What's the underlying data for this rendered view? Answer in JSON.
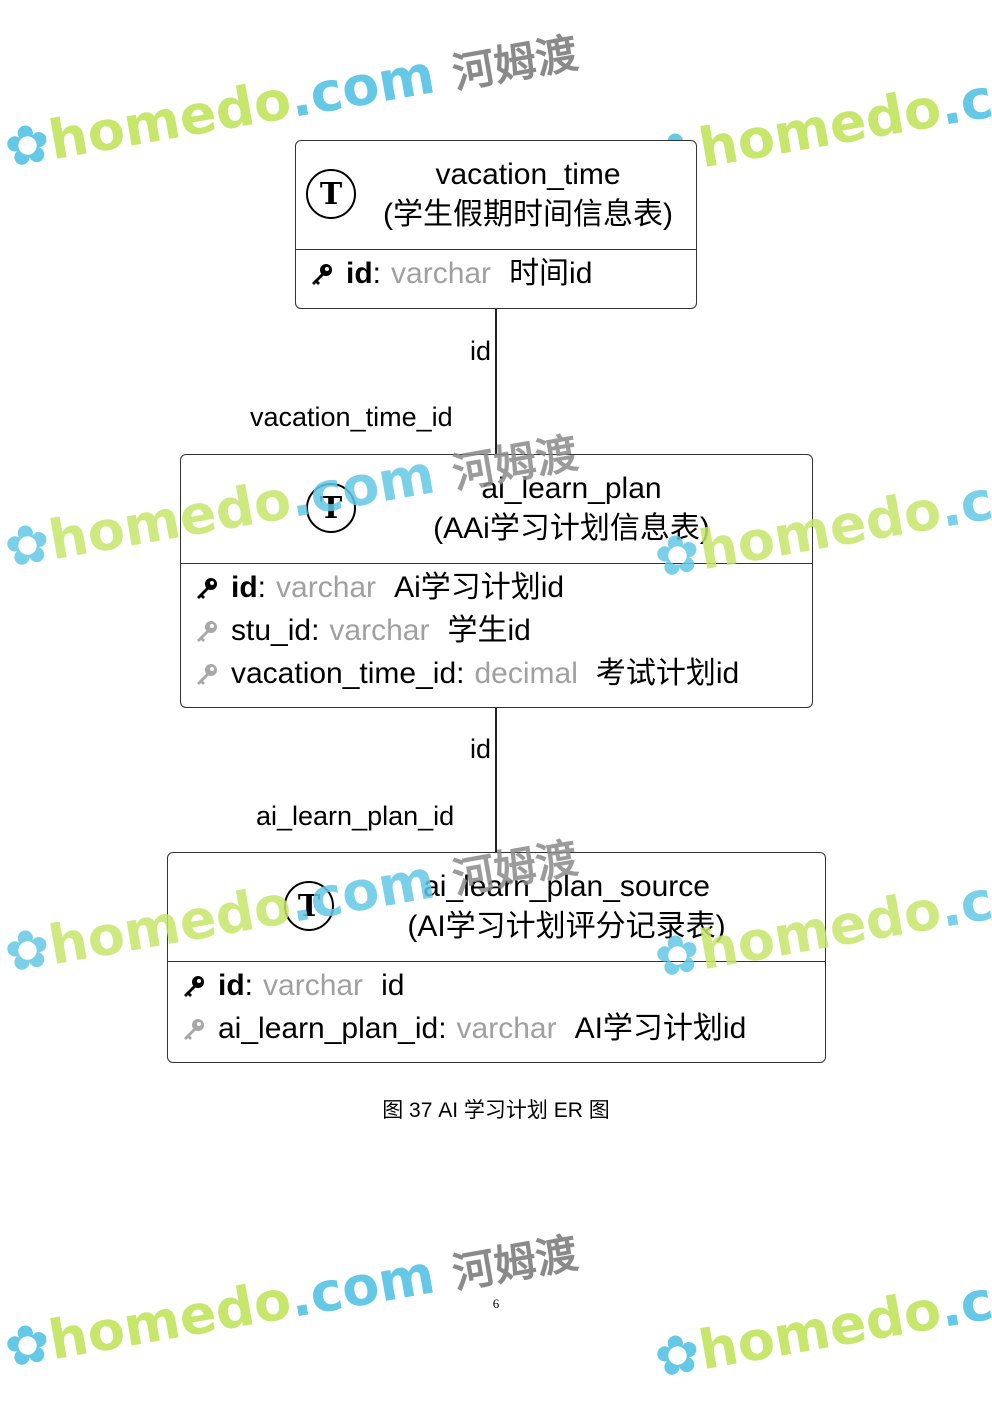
{
  "entities": [
    {
      "name": "vacation_time",
      "comment": "(学生假期时间信息表)",
      "fields": [
        {
          "name": "id",
          "pk": true,
          "type": "varchar",
          "comment": "时间id"
        }
      ]
    },
    {
      "name": "ai_learn_plan",
      "comment": "(AAi学习计划信息表)",
      "fields": [
        {
          "name": "id",
          "pk": true,
          "type": "varchar",
          "comment": "Ai学习计划id"
        },
        {
          "name": "stu_id",
          "pk": false,
          "type": "varchar",
          "comment": "学生id"
        },
        {
          "name": "vacation_time_id",
          "pk": false,
          "type": "decimal",
          "comment": "考试计划id"
        }
      ]
    },
    {
      "name": "ai_learn_plan_source",
      "comment": "(AI学习计划评分记录表)",
      "fields": [
        {
          "name": "id",
          "pk": true,
          "type": "varchar",
          "comment": "id"
        },
        {
          "name": "ai_learn_plan_id",
          "pk": false,
          "type": "varchar",
          "comment": "AI学习计划id"
        }
      ]
    }
  ],
  "relations": [
    {
      "from_label": "id",
      "to_label": "vacation_time_id"
    },
    {
      "from_label": "id",
      "to_label": "ai_learn_plan_id"
    }
  ],
  "entity_icon": "T",
  "caption": "图  37 AI 学习计划 ER 图",
  "page_number": "6",
  "watermark": {
    "part1": "home",
    "part2": "do",
    "part3": ".com",
    "part4": "河姆渡"
  },
  "colors": {
    "pk_key": "#000000",
    "fk_key": "#a8a8a8",
    "type": "#a0a0a0"
  }
}
